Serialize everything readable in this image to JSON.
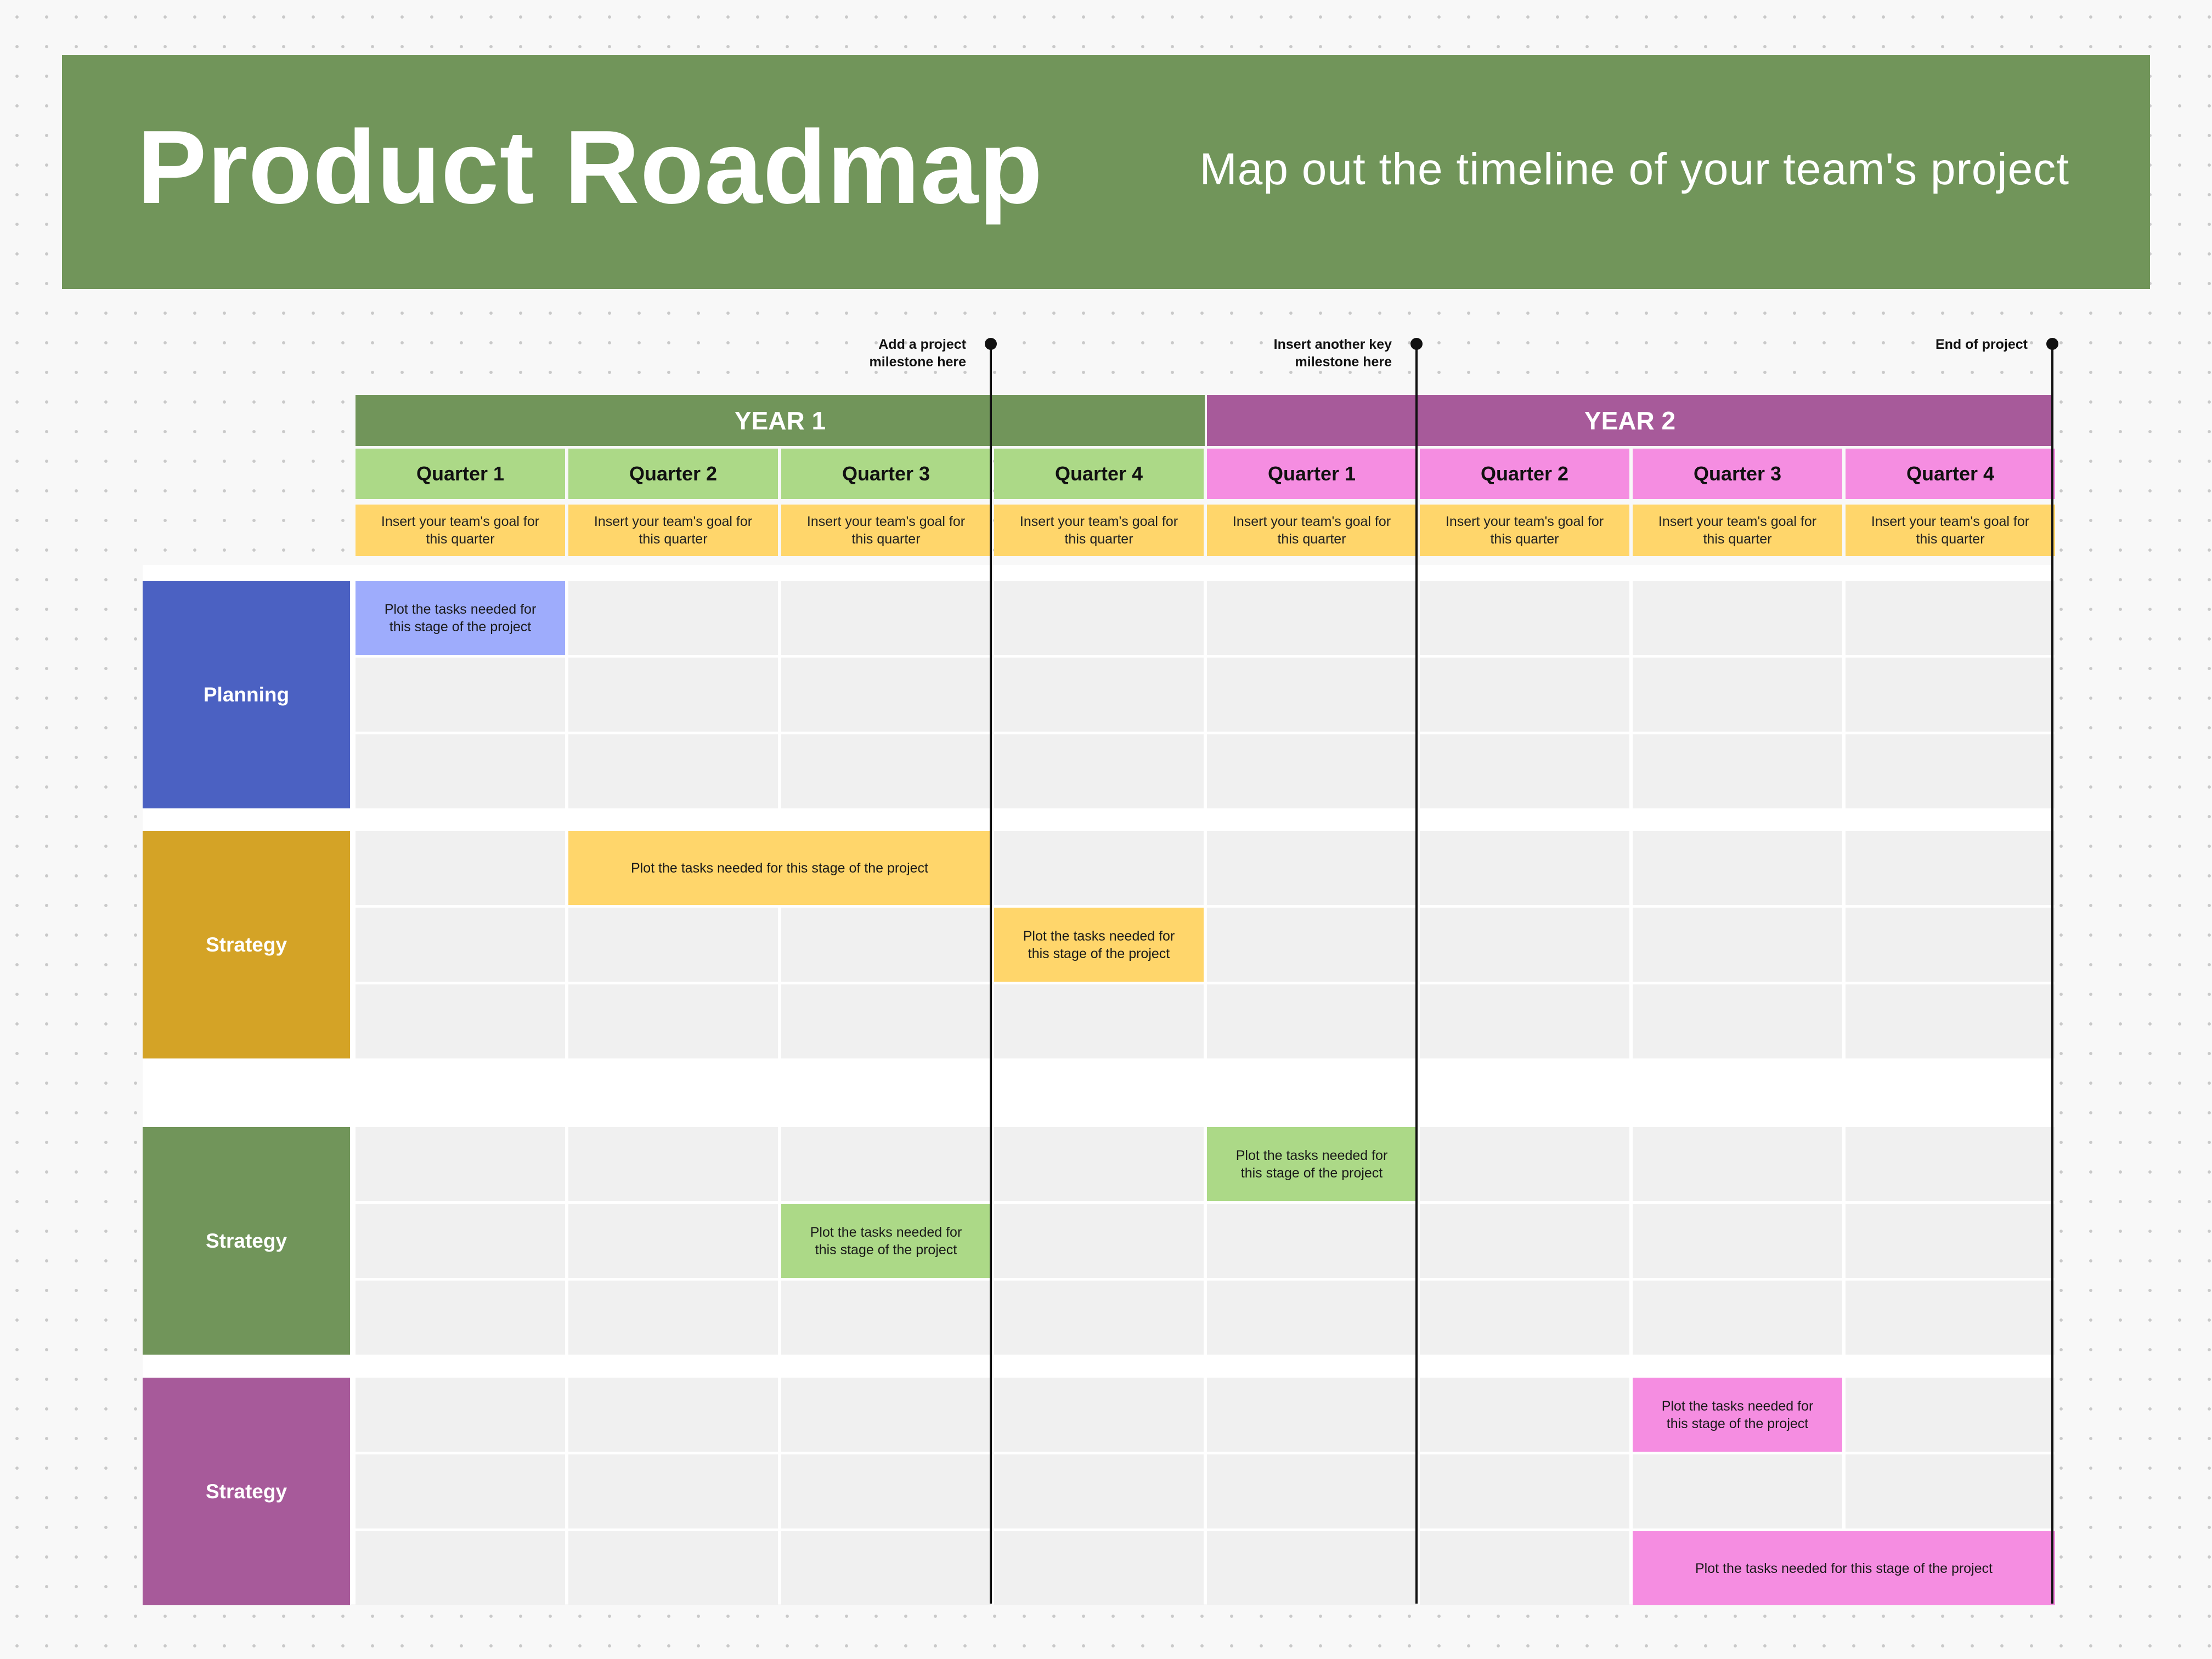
{
  "header": {
    "title": "Product Roadmap",
    "subtitle": "Map out the timeline of your team's project"
  },
  "colors": {
    "header_bg": "#71955a",
    "year1": "#71955a",
    "year2": "#a75a9a",
    "q_year1": "#acd987",
    "q_year2": "#f58de1",
    "goal": "#ffd66b",
    "planning": "#4b61c2",
    "strategy_gold": "#d4a326",
    "strategy_green": "#71955a",
    "strategy_purple": "#a75a9a",
    "task_blue": "#9eacfc",
    "task_yellow": "#ffd66b",
    "task_green": "#acd987",
    "task_pink": "#f58de1"
  },
  "years": [
    {
      "label": "YEAR 1"
    },
    {
      "label": "YEAR 2"
    }
  ],
  "quarters": [
    "Quarter 1",
    "Quarter 2",
    "Quarter 3",
    "Quarter 4",
    "Quarter 1",
    "Quarter 2",
    "Quarter 3",
    "Quarter 4"
  ],
  "goal_text": "Insert your team's goal for this quarter",
  "milestones": [
    {
      "label_line1": "Add a project",
      "label_line2": "milestone here"
    },
    {
      "label_line1": "Insert another key",
      "label_line2": "milestone here"
    },
    {
      "label_line1": "End of project",
      "label_line2": ""
    }
  ],
  "rows": [
    {
      "label": "Planning"
    },
    {
      "label": "Strategy"
    },
    {
      "label": "Strategy"
    },
    {
      "label": "Strategy"
    }
  ],
  "tasks": [
    {
      "text": "Plot the tasks needed for this stage of the project",
      "row": 0,
      "lane": 0,
      "quarter": 0,
      "span": 1,
      "color": "task_blue"
    },
    {
      "text": "Plot the tasks needed for this stage of the project",
      "row": 1,
      "lane": 0,
      "quarter": 1,
      "span": 2,
      "color": "task_yellow"
    },
    {
      "text": "Plot the tasks needed for this stage of the project",
      "row": 1,
      "lane": 1,
      "quarter": 3,
      "span": 1,
      "color": "task_yellow"
    },
    {
      "text": "Plot the tasks needed for this stage of the project",
      "row": 2,
      "lane": 0,
      "quarter": 4,
      "span": 1,
      "color": "task_green"
    },
    {
      "text": "Plot the tasks needed for this stage of the project",
      "row": 2,
      "lane": 1,
      "quarter": 2,
      "span": 1,
      "color": "task_green"
    },
    {
      "text": "Plot the tasks needed for this stage of the project",
      "row": 3,
      "lane": 0,
      "quarter": 6,
      "span": 1,
      "color": "task_pink"
    },
    {
      "text": "Plot the tasks needed for this stage of the project",
      "row": 3,
      "lane": 2,
      "quarter": 6,
      "span": 2,
      "color": "task_pink"
    }
  ]
}
